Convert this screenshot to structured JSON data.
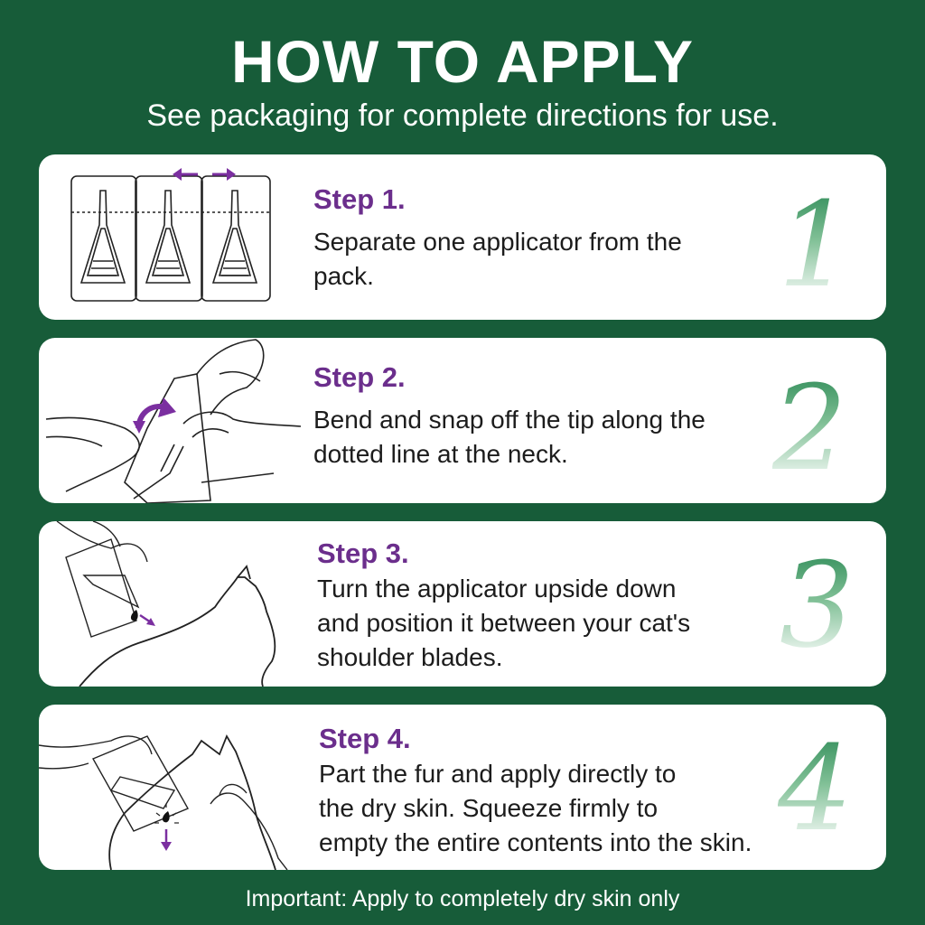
{
  "header": {
    "title": "HOW TO APPLY",
    "subtitle": "See packaging for complete directions for use."
  },
  "steps": [
    {
      "label": "Step 1.",
      "text_lines": [
        "Separate one applicator from the",
        "pack."
      ],
      "number": "1"
    },
    {
      "label": "Step 2.",
      "text_lines": [
        "Bend and snap off the tip along the",
        "dotted line at the neck."
      ],
      "number": "2"
    },
    {
      "label": "Step 3.",
      "text_lines": [
        "Turn the applicator upside down",
        "and position it between your cat's",
        "shoulder blades."
      ],
      "number": "3"
    },
    {
      "label": "Step 4.",
      "text_lines": [
        "Part the fur and apply directly to",
        "the dry skin. Squeeze firmly to",
        "empty the entire contents into the skin."
      ],
      "number": "4"
    }
  ],
  "footer": {
    "text": "Important: Apply to completely dry skin only"
  },
  "colors": {
    "background": "#175c39",
    "step_label": "#6b2e8c",
    "card": "#ffffff",
    "arrow": "#7b2fa0"
  }
}
